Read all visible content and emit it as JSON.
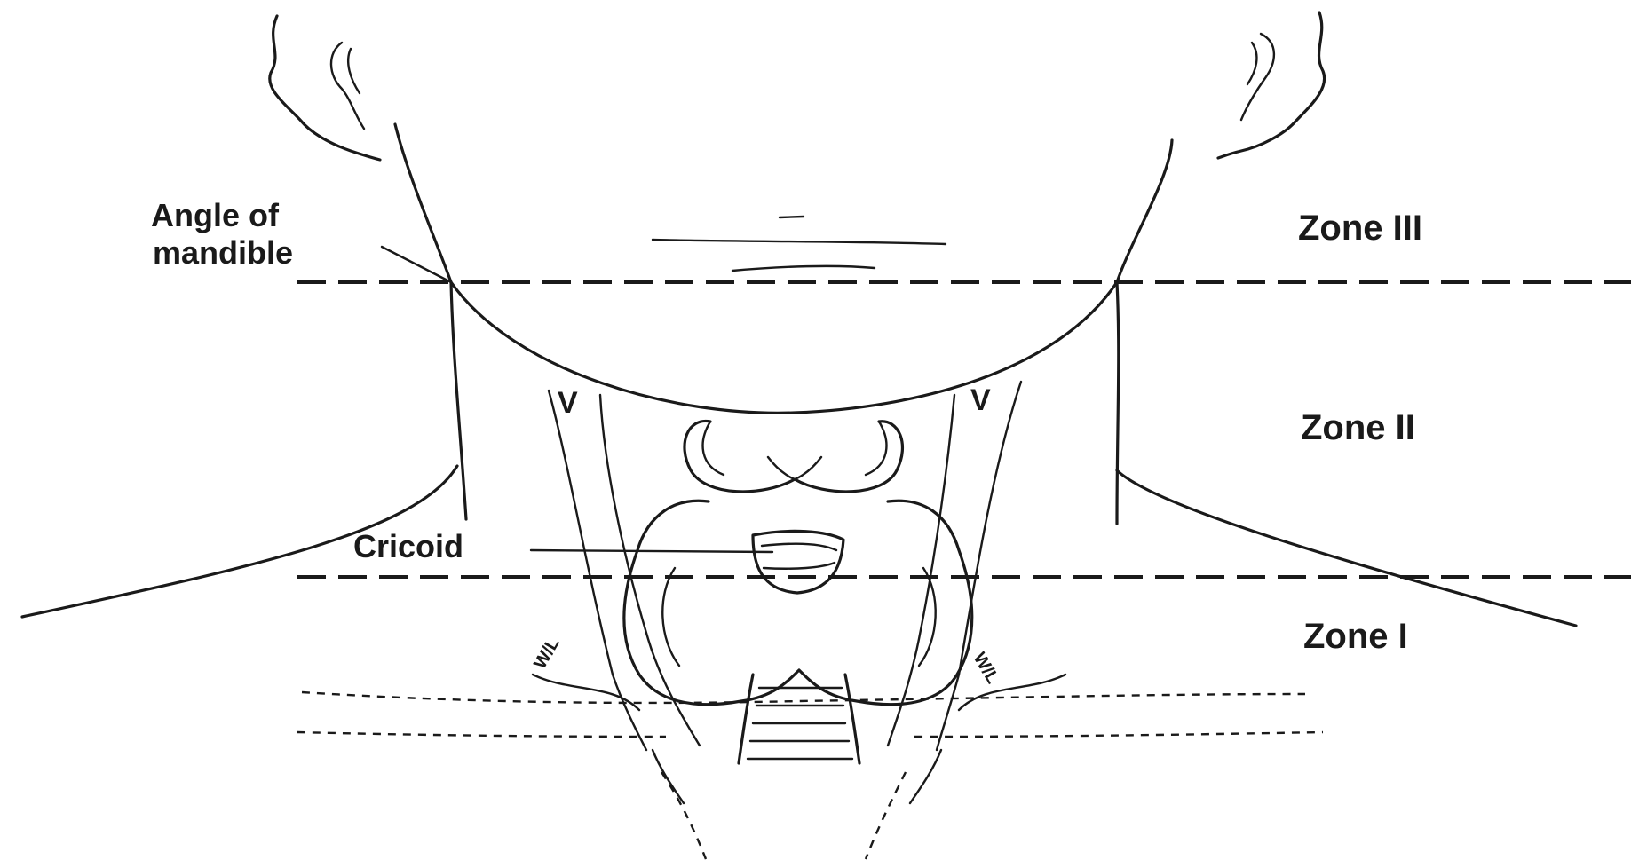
{
  "labels": {
    "angle_line1": "Angle of",
    "angle_line2": "mandible",
    "cricoid": "Cricoid",
    "zone3": "Zone III",
    "zone2": "Zone II",
    "zone1": "Zone I",
    "v_left": "V",
    "v_right": "V",
    "marker_left": "W/L",
    "marker_right": "W/L"
  }
}
